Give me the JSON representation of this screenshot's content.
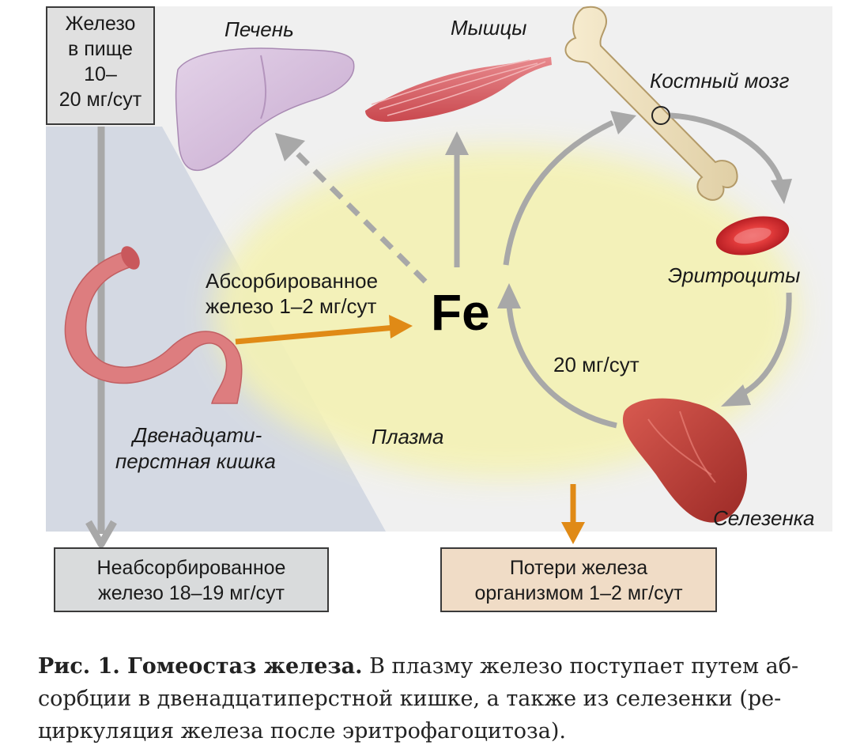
{
  "diagram": {
    "food_iron": [
      "Железо",
      "в пище",
      "10–",
      "20 мг/сут"
    ],
    "liver": "Печень",
    "muscles": "Мышцы",
    "bone_marrow": "Костный мозг",
    "erythrocytes": "Эритроциты",
    "spleen": "Селезенка",
    "duodenum": [
      "Двенадцати-",
      "перстная кишка"
    ],
    "plasma": "Плазма",
    "absorbed": [
      "Абсорбированное",
      "железо 1–2 мг/сут"
    ],
    "fe": "Fe",
    "recycling": "20 мг/сут",
    "unabsorbed": [
      "Неабсорбированное",
      "железо 18–19 мг/сут"
    ],
    "losses": [
      "Потери железа",
      "организмом 1–2 мг/сут"
    ]
  },
  "caption": {
    "bold": "Рис. 1. Гомеостаз железа.",
    "line1_rest": " В плазму железо поступает путем аб-",
    "line2": "сорбции в двенадцатиперстной кишке, а также из селезенки (ре-",
    "line3": "циркуляция железа после эритрофагоцитоза)."
  },
  "colors": {
    "panel_bg": "#f0f0f0",
    "gut_region": "#d4d9e3",
    "plasma_glow": "#f4f2b4",
    "orange_arrow": "#e08a16",
    "gray_arrow": "#a0a0a0",
    "unabsorbed_box": "#d9dbdc",
    "losses_box": "#f0dcc6"
  }
}
